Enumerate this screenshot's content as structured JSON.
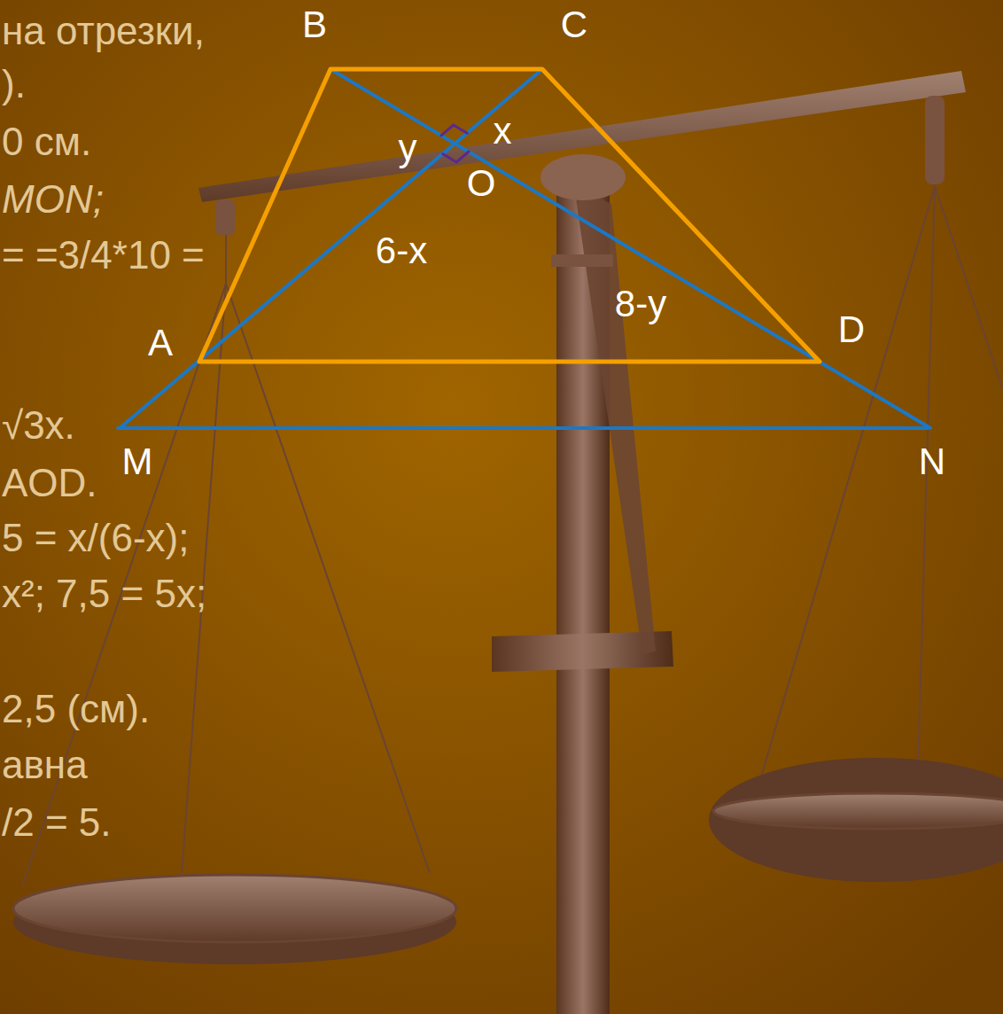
{
  "diagram": {
    "labels": [
      "на отрезки,",
      ").",
      "0 см.",
      "MON;",
      "= =3/4*10 =",
      "√3x.",
      "AOD.",
      "5 = x/(6-x);",
      "x²; 7,5 = 5x;",
      "2,5 (см).",
      "авна",
      "/2 = 5.",
      "B",
      "C",
      "y",
      "x",
      "O",
      "6-x",
      "8-y",
      "A",
      "D",
      "M",
      "N"
    ]
  }
}
